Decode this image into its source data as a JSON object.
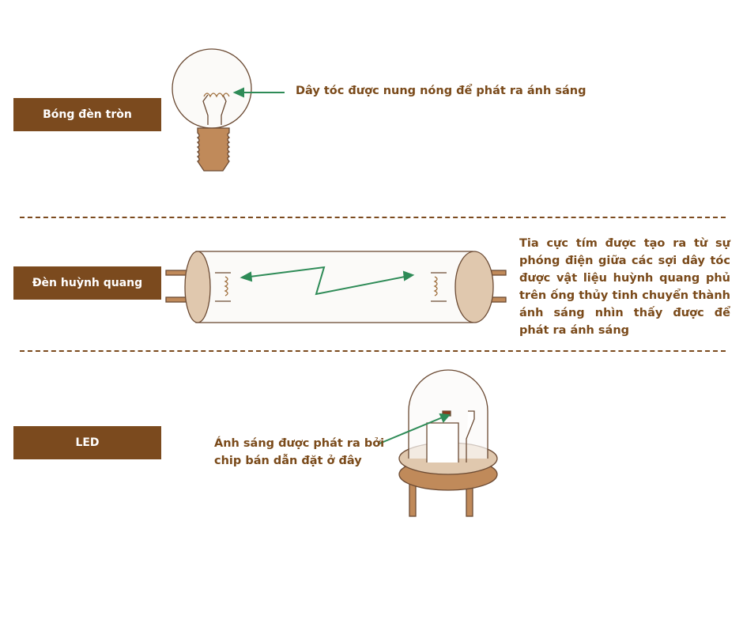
{
  "rows": [
    {
      "label": "Bóng đèn tròn",
      "caption": "Dây tóc được nung nóng để phát ra ánh sáng"
    },
    {
      "label": "Đèn huỳnh quang",
      "caption": "Tia cực tím được tạo ra từ sự phóng điện giữa các sợi dây tóc được vật liệu huỳnh quang phủ trên ống thủy tinh chuyển thành ánh sáng nhìn thấy được để phát ra ánh sáng"
    },
    {
      "label": "LED",
      "caption": "Ánh sáng được phát ra bởi chip bán dẫn đặt ở đây"
    }
  ],
  "colors": {
    "brown": "#7b4a1e",
    "arrow": "#2e8b57",
    "base": "#c08a5a"
  }
}
